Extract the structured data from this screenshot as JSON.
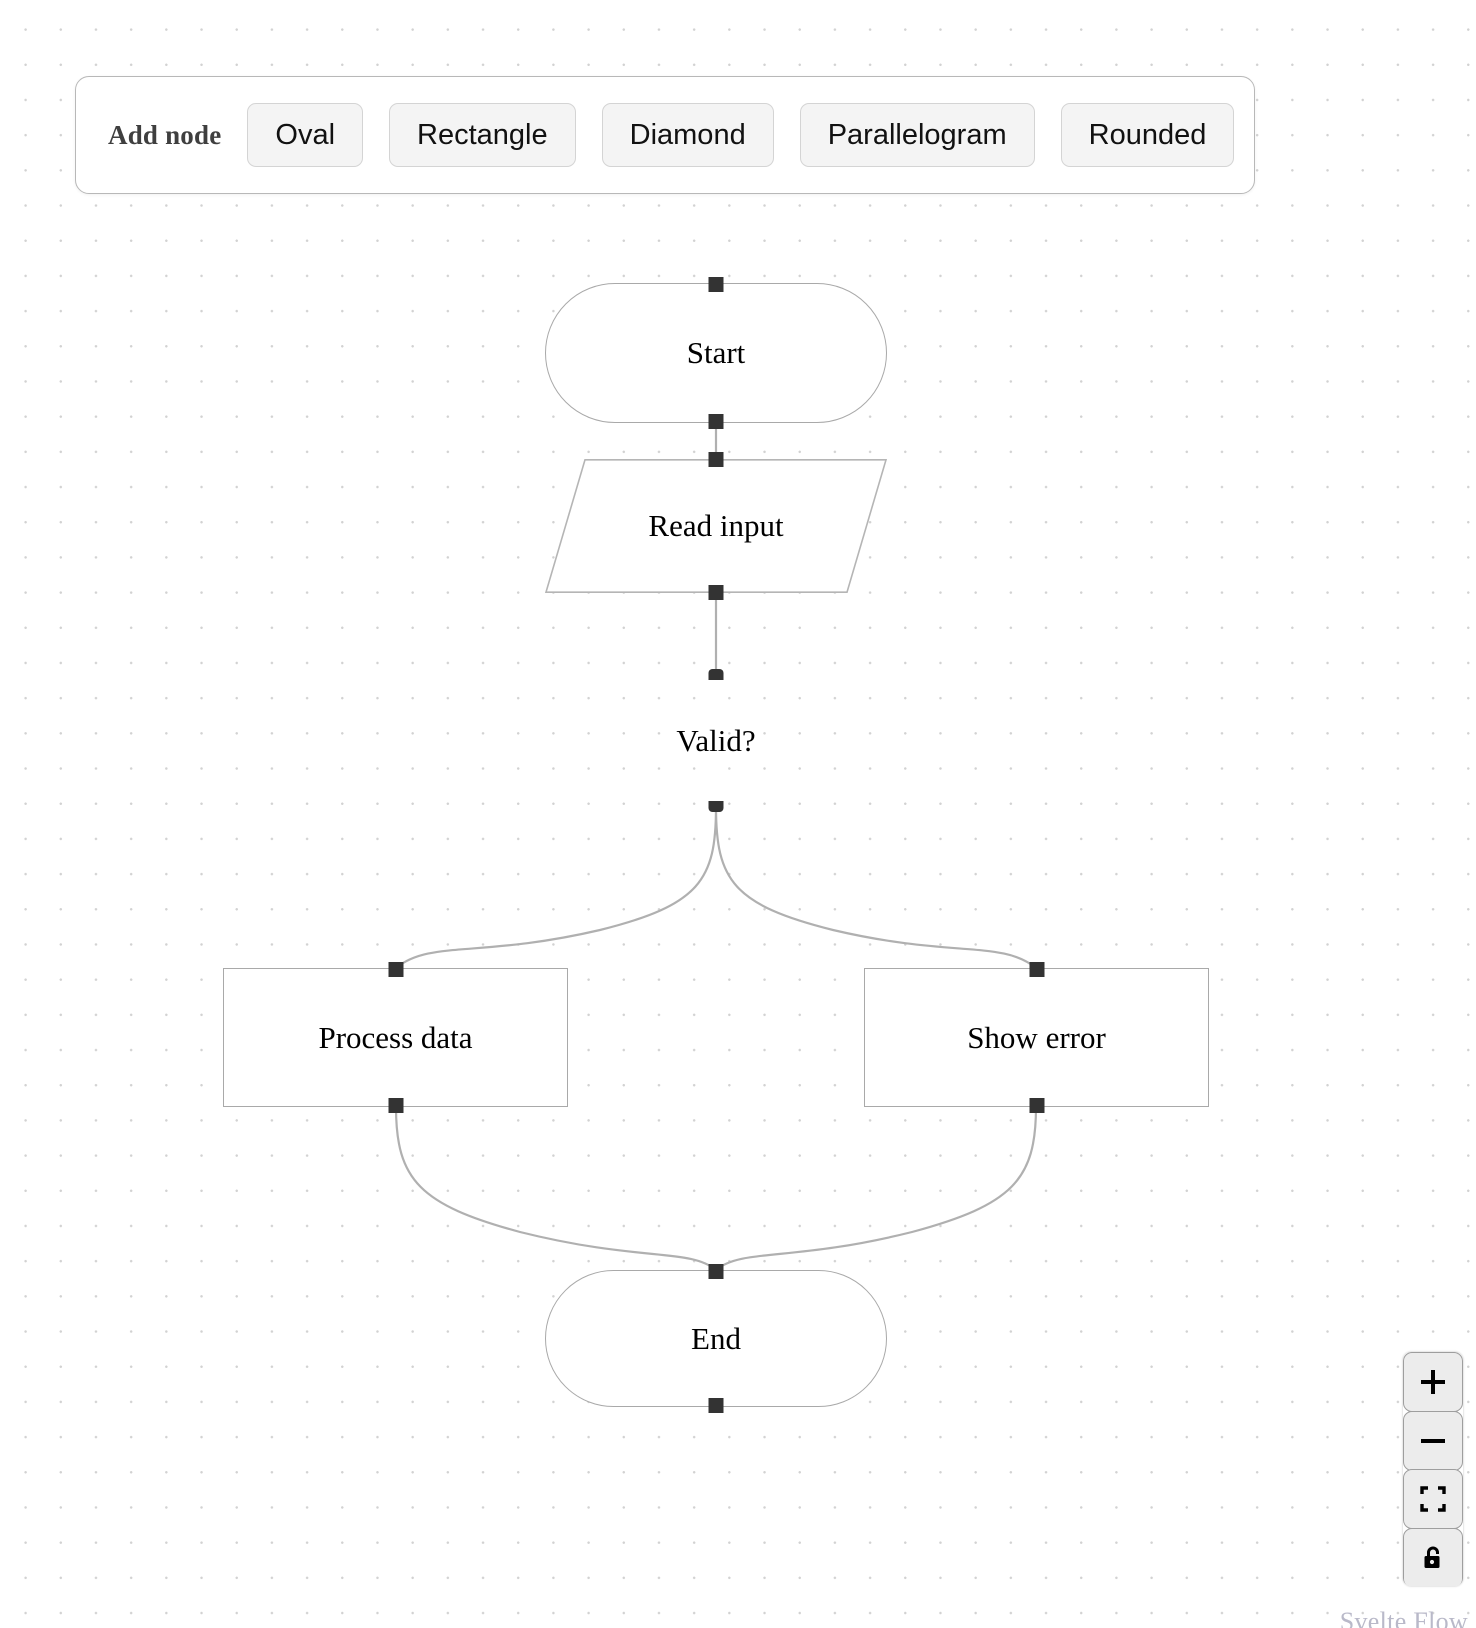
{
  "toolbar": {
    "label": "Add node",
    "buttons": [
      {
        "name": "oval",
        "label": "Oval"
      },
      {
        "name": "rectangle",
        "label": "Rectangle"
      },
      {
        "name": "diamond",
        "label": "Diamond"
      },
      {
        "name": "parallelogram",
        "label": "Parallelogram"
      },
      {
        "name": "rounded",
        "label": "Rounded"
      }
    ]
  },
  "flow": {
    "nodes": [
      {
        "id": "start",
        "label": "Start",
        "shape": "oval"
      },
      {
        "id": "read",
        "label": "Read input",
        "shape": "parallelogram"
      },
      {
        "id": "valid",
        "label": "Valid?",
        "shape": "diamond"
      },
      {
        "id": "process",
        "label": "Process data",
        "shape": "rectangle"
      },
      {
        "id": "error",
        "label": "Show error",
        "shape": "rectangle"
      },
      {
        "id": "end",
        "label": "End",
        "shape": "oval"
      }
    ],
    "edges": [
      {
        "from": "start",
        "to": "read"
      },
      {
        "from": "read",
        "to": "valid"
      },
      {
        "from": "valid",
        "to": "process"
      },
      {
        "from": "valid",
        "to": "error"
      },
      {
        "from": "process",
        "to": "end"
      },
      {
        "from": "error",
        "to": "end"
      }
    ]
  },
  "controls": {
    "zoom_in": "zoom-in",
    "zoom_out": "zoom-out",
    "fit_view": "fit-view",
    "lock": "unlock"
  },
  "attribution": "Svelte Flow",
  "colors": {
    "node_border": "#a9a9a9",
    "edge": "#b0b0b0",
    "handle": "#333333",
    "grid_dot": "#d2d2d2",
    "panel_border": "#b8b8b8",
    "button_bg": "#f4f4f4",
    "attribution": "#b9b9c9"
  }
}
